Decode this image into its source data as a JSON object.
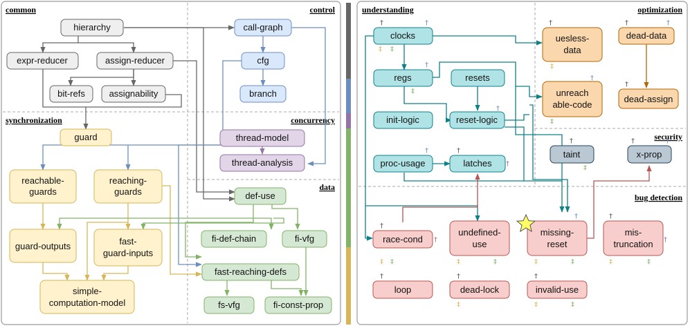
{
  "sections": {
    "common": "common",
    "control": "control",
    "synchronization": "synchronization",
    "concurrency": "concurrency",
    "data": "data",
    "understanding": "understanding",
    "optimization": "optimization",
    "security": "security",
    "bug_detection": "bug detection"
  },
  "nodes": {
    "hierarchy": "hierarchy",
    "expr_reducer": "expr-reducer",
    "assign_reducer": "assign-reducer",
    "bit_refs": "bit-refs",
    "assignability": "assignability",
    "call_graph": "call-graph",
    "cfg": "cfg",
    "branch": "branch",
    "guard": "guard",
    "thread_model": "thread-model",
    "thread_analysis": "thread-analysis",
    "reachable_guards": [
      "reachable-",
      "guards"
    ],
    "reaching_guards": [
      "reaching-",
      "guards"
    ],
    "def_use": "def-use",
    "guard_outputs": "guard-outputs",
    "fast_guard_inputs": [
      "fast-",
      "guard-inputs"
    ],
    "fi_def_chain": "fi-def-chain",
    "fi_vfg": "fi-vfg",
    "fast_reaching_defs": "fast-reaching-defs",
    "simple_computation_model": [
      "simple-",
      "computation-model"
    ],
    "fs_vfg": "fs-vfg",
    "fi_const_prop": "fi-const-prop",
    "clocks": "clocks",
    "regs": "regs",
    "resets": "resets",
    "init_logic": "init-logic",
    "reset_logic": "reset-logic",
    "proc_usage": "proc-usage",
    "latches": "latches",
    "useless_data": [
      "uesless-",
      "data"
    ],
    "dead_data": "dead-data",
    "unreachable_code": [
      "unreach",
      "able-code"
    ],
    "dead_assign": "dead-assign",
    "taint": "taint",
    "x_prop": "x-prop",
    "race_cond": "race-cond",
    "undefined_use": [
      "undefined-",
      "use"
    ],
    "missing_reset": [
      "missing-",
      "reset"
    ],
    "mis_truncation": [
      "mis-",
      "truncation"
    ],
    "loop": "loop",
    "dead_lock": "dead-lock",
    "invalid_use": "invalid-use"
  },
  "markers": {
    "dagger": "†",
    "double_dagger": "‡"
  },
  "colors": {
    "common_fill": "#efefef",
    "common_stroke": "#666666",
    "control_fill": "#dae8fc",
    "control_stroke": "#6c8ebf",
    "sync_fill": "#fff2cc",
    "sync_stroke": "#d6b656",
    "concurrency_fill": "#e1d5e7",
    "concurrency_stroke": "#9673a6",
    "data_fill": "#d5e8d4",
    "data_stroke": "#82b366",
    "understanding_fill": "#b0e3e6",
    "understanding_stroke": "#0e8088",
    "optimization_fill": "#fad7ac",
    "optimization_stroke": "#b46504",
    "security_fill": "#bac8d3",
    "security_stroke": "#23445d",
    "bug_fill": "#f8cecc",
    "bug_stroke": "#b85450",
    "star": "#ffff66"
  }
}
